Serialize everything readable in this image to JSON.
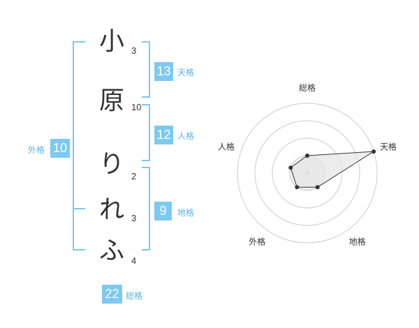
{
  "name_chars": [
    {
      "char": "小",
      "strokes": "3"
    },
    {
      "char": "原",
      "strokes": "10"
    },
    {
      "char": "り",
      "strokes": "2"
    },
    {
      "char": "れ",
      "strokes": "3"
    },
    {
      "char": "ふ",
      "strokes": "4"
    }
  ],
  "fortunes": {
    "tenkaku": {
      "label": "天格",
      "value": "13"
    },
    "jinkaku": {
      "label": "人格",
      "value": "12"
    },
    "chikaku": {
      "label": "地格",
      "value": "9"
    },
    "gaikaku": {
      "label": "外格",
      "value": "10"
    },
    "soukaku": {
      "label": "総格",
      "value": "22"
    }
  },
  "chart_data": {
    "type": "radar",
    "axes": [
      "総格",
      "天格",
      "地格",
      "外格",
      "人格"
    ],
    "rings": 4,
    "max": 4,
    "values": [
      1,
      4,
      1,
      1,
      1
    ],
    "colors": {
      "fill": "#e6e6e6",
      "stroke": "#333333",
      "ring": "#cccccc",
      "center": "#cccccc"
    }
  }
}
